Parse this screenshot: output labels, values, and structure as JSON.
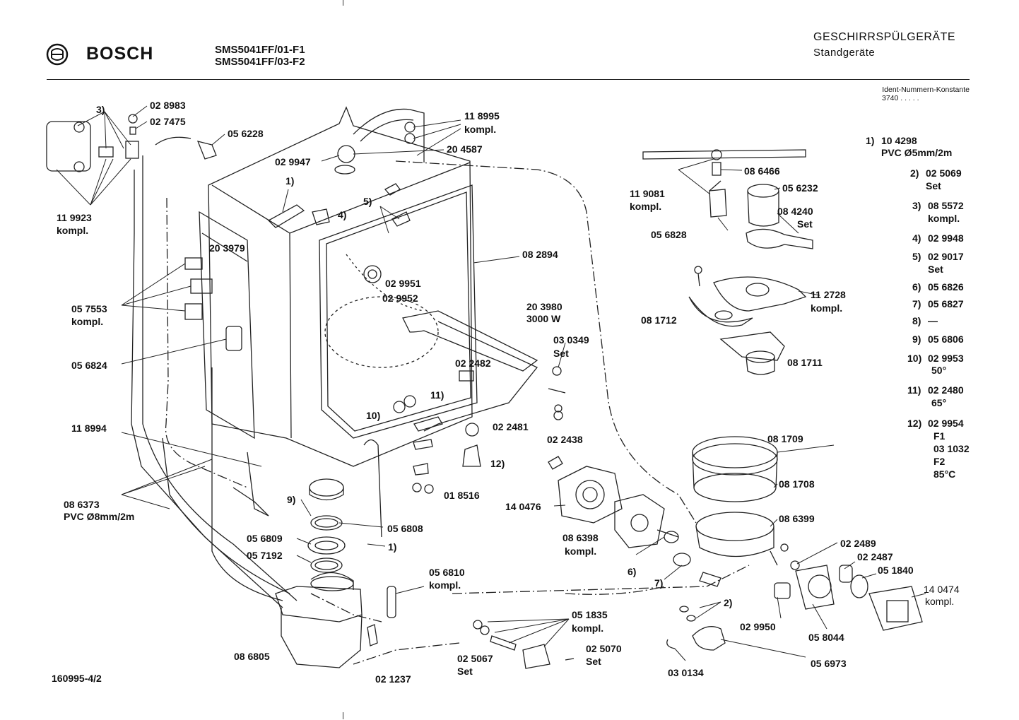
{
  "header": {
    "brand": "BOSCH",
    "models": [
      "SMS5041FF/01-F1",
      "SMS5041FF/03-F2"
    ],
    "title_line1": "GESCHIRRSPÜLGERÄTE",
    "title_line2": "Standgeräte",
    "ident_label": "Ident-Nummern-Konstante",
    "ident_value": "3740 . . . . ."
  },
  "document_id": "160995-4/2",
  "legend": [
    {
      "key": "1)",
      "lines": [
        "10 4298",
        "PVC Ø5mm/2m"
      ]
    },
    {
      "key": "2)",
      "lines": [
        "02 5069",
        "Set"
      ]
    },
    {
      "key": "3)",
      "lines": [
        "08 5572",
        "kompl."
      ]
    },
    {
      "key": "4)",
      "lines": [
        "02 9948"
      ]
    },
    {
      "key": "5)",
      "lines": [
        "02 9017",
        "Set"
      ]
    },
    {
      "key": "6)",
      "lines": [
        "05 6826"
      ]
    },
    {
      "key": "7)",
      "lines": [
        "05 6827"
      ]
    },
    {
      "key": "8)",
      "lines": [
        "—"
      ]
    },
    {
      "key": "9)",
      "lines": [
        "05 6806"
      ]
    },
    {
      "key": "10)",
      "lines": [
        "02 9953",
        "50°"
      ]
    },
    {
      "key": "11)",
      "lines": [
        "02 2480",
        "65°"
      ]
    },
    {
      "key": "12)",
      "lines": [
        "02 9954",
        "F1",
        "03 1032",
        "F2",
        "85°C"
      ]
    }
  ],
  "parts": [
    "3)",
    "02 8983",
    "02 7475",
    "05 6228",
    "11 8995",
    "kompl.",
    "02 9947",
    "20 4587",
    "1)",
    "5)",
    "4)",
    "11 9923",
    "kompl.",
    "20 3979",
    "08 2894",
    "02 9951",
    "02 9952",
    "05 7553",
    "kompl.",
    "20 3980",
    "3000 W",
    "03 0349",
    "Set",
    "05 6824",
    "02 2482",
    "11)",
    "10)",
    "02 2481",
    "12)",
    "11 8994",
    "02 2438",
    "01 8516",
    "9)",
    "05 6808",
    "08 6373",
    "PVC Ø8mm/2m",
    "05 6809",
    "05 7192",
    "1)",
    "05 6810",
    "kompl.",
    "05 1835",
    "kompl.",
    "02 5067",
    "Set",
    "02 5070",
    "Set",
    "08 6805",
    "02 1237",
    "08 6466",
    "11 9081",
    "kompl.",
    "05 6232",
    "08 4240",
    "Set",
    "05 6828",
    "11 2728",
    "kompl.",
    "08 1712",
    "08 1711",
    "08 1709",
    "08 1708",
    "14 0476",
    "08 6399",
    "08 6398",
    "kompl.",
    "6)",
    "7)",
    "02 2489",
    "02 2487",
    "05 1840",
    "14 0474",
    "kompl.",
    "2)",
    "02 9950",
    "05 8044",
    "05 6973",
    "03 0134"
  ]
}
